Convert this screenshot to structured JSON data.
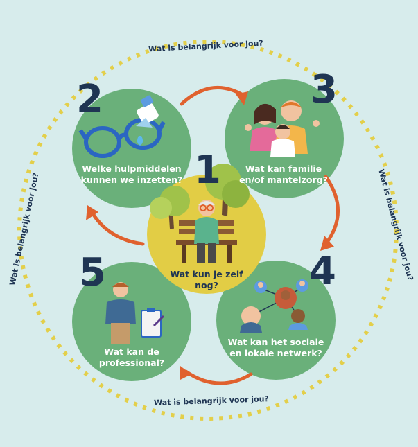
{
  "ring_label": "Wat is belangrijk voor jou?",
  "steps": [
    {
      "number": "1",
      "text_line1": "Wat kun je zelf",
      "text_line2": "nog?"
    },
    {
      "number": "2",
      "text_line1": "Welke hulpmiddelen",
      "text_line2": "kunnen we inzetten?"
    },
    {
      "number": "3",
      "text_line1": "Wat kan familie",
      "text_line2": "en/of mantelzorg?"
    },
    {
      "number": "4",
      "text_line1": "Wat kan het sociale",
      "text_line2": "en lokale netwerk?"
    },
    {
      "number": "5",
      "text_line1": "Wat kan de",
      "text_line2": "professional?"
    }
  ],
  "colors": {
    "background": "#d7ecec",
    "circle_green": "#6ab07a",
    "circle_center": "#e2cd45",
    "dots": "#e3cf4a",
    "arrows": "#e0612e",
    "number_text": "#1f3553"
  },
  "icons": [
    "glasses-icon",
    "eye-drops-icon",
    "family-icon",
    "elderly-man-on-bench-icon",
    "network-people-icon",
    "professional-with-clipboard-icon"
  ]
}
